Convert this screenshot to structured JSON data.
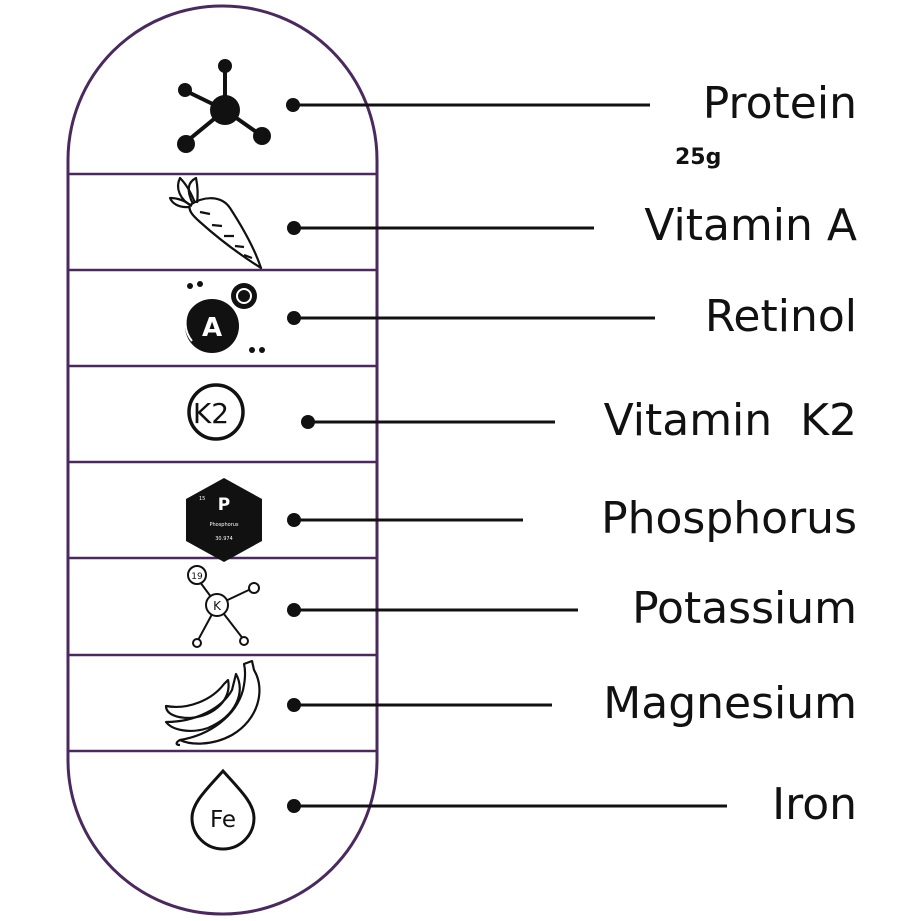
{
  "colors": {
    "outline": "#4a2a5e",
    "ink": "#111111"
  },
  "nutrients": [
    {
      "label": "Protein",
      "amount": "25g",
      "icon": "molecule-icon"
    },
    {
      "label": "Vitamin A",
      "icon": "carrot-icon"
    },
    {
      "label": "Retinol",
      "icon": "vitamin-a-capsule-icon"
    },
    {
      "label": "Vitamin  K2",
      "icon": "k2-circle-icon",
      "icon_text": "K2"
    },
    {
      "label": "Phosphorus",
      "icon": "phosphorus-hexagon-icon",
      "icon_text": "P",
      "icon_small_text": [
        "15",
        "Phosphorus",
        "30.974"
      ]
    },
    {
      "label": "Potassium",
      "icon": "potassium-atom-icon",
      "icon_text": "K",
      "icon_number": "19"
    },
    {
      "label": "Magnesium",
      "icon": "banana-icon"
    },
    {
      "label": "Iron",
      "icon": "iron-drop-icon",
      "icon_text": "Fe"
    }
  ]
}
